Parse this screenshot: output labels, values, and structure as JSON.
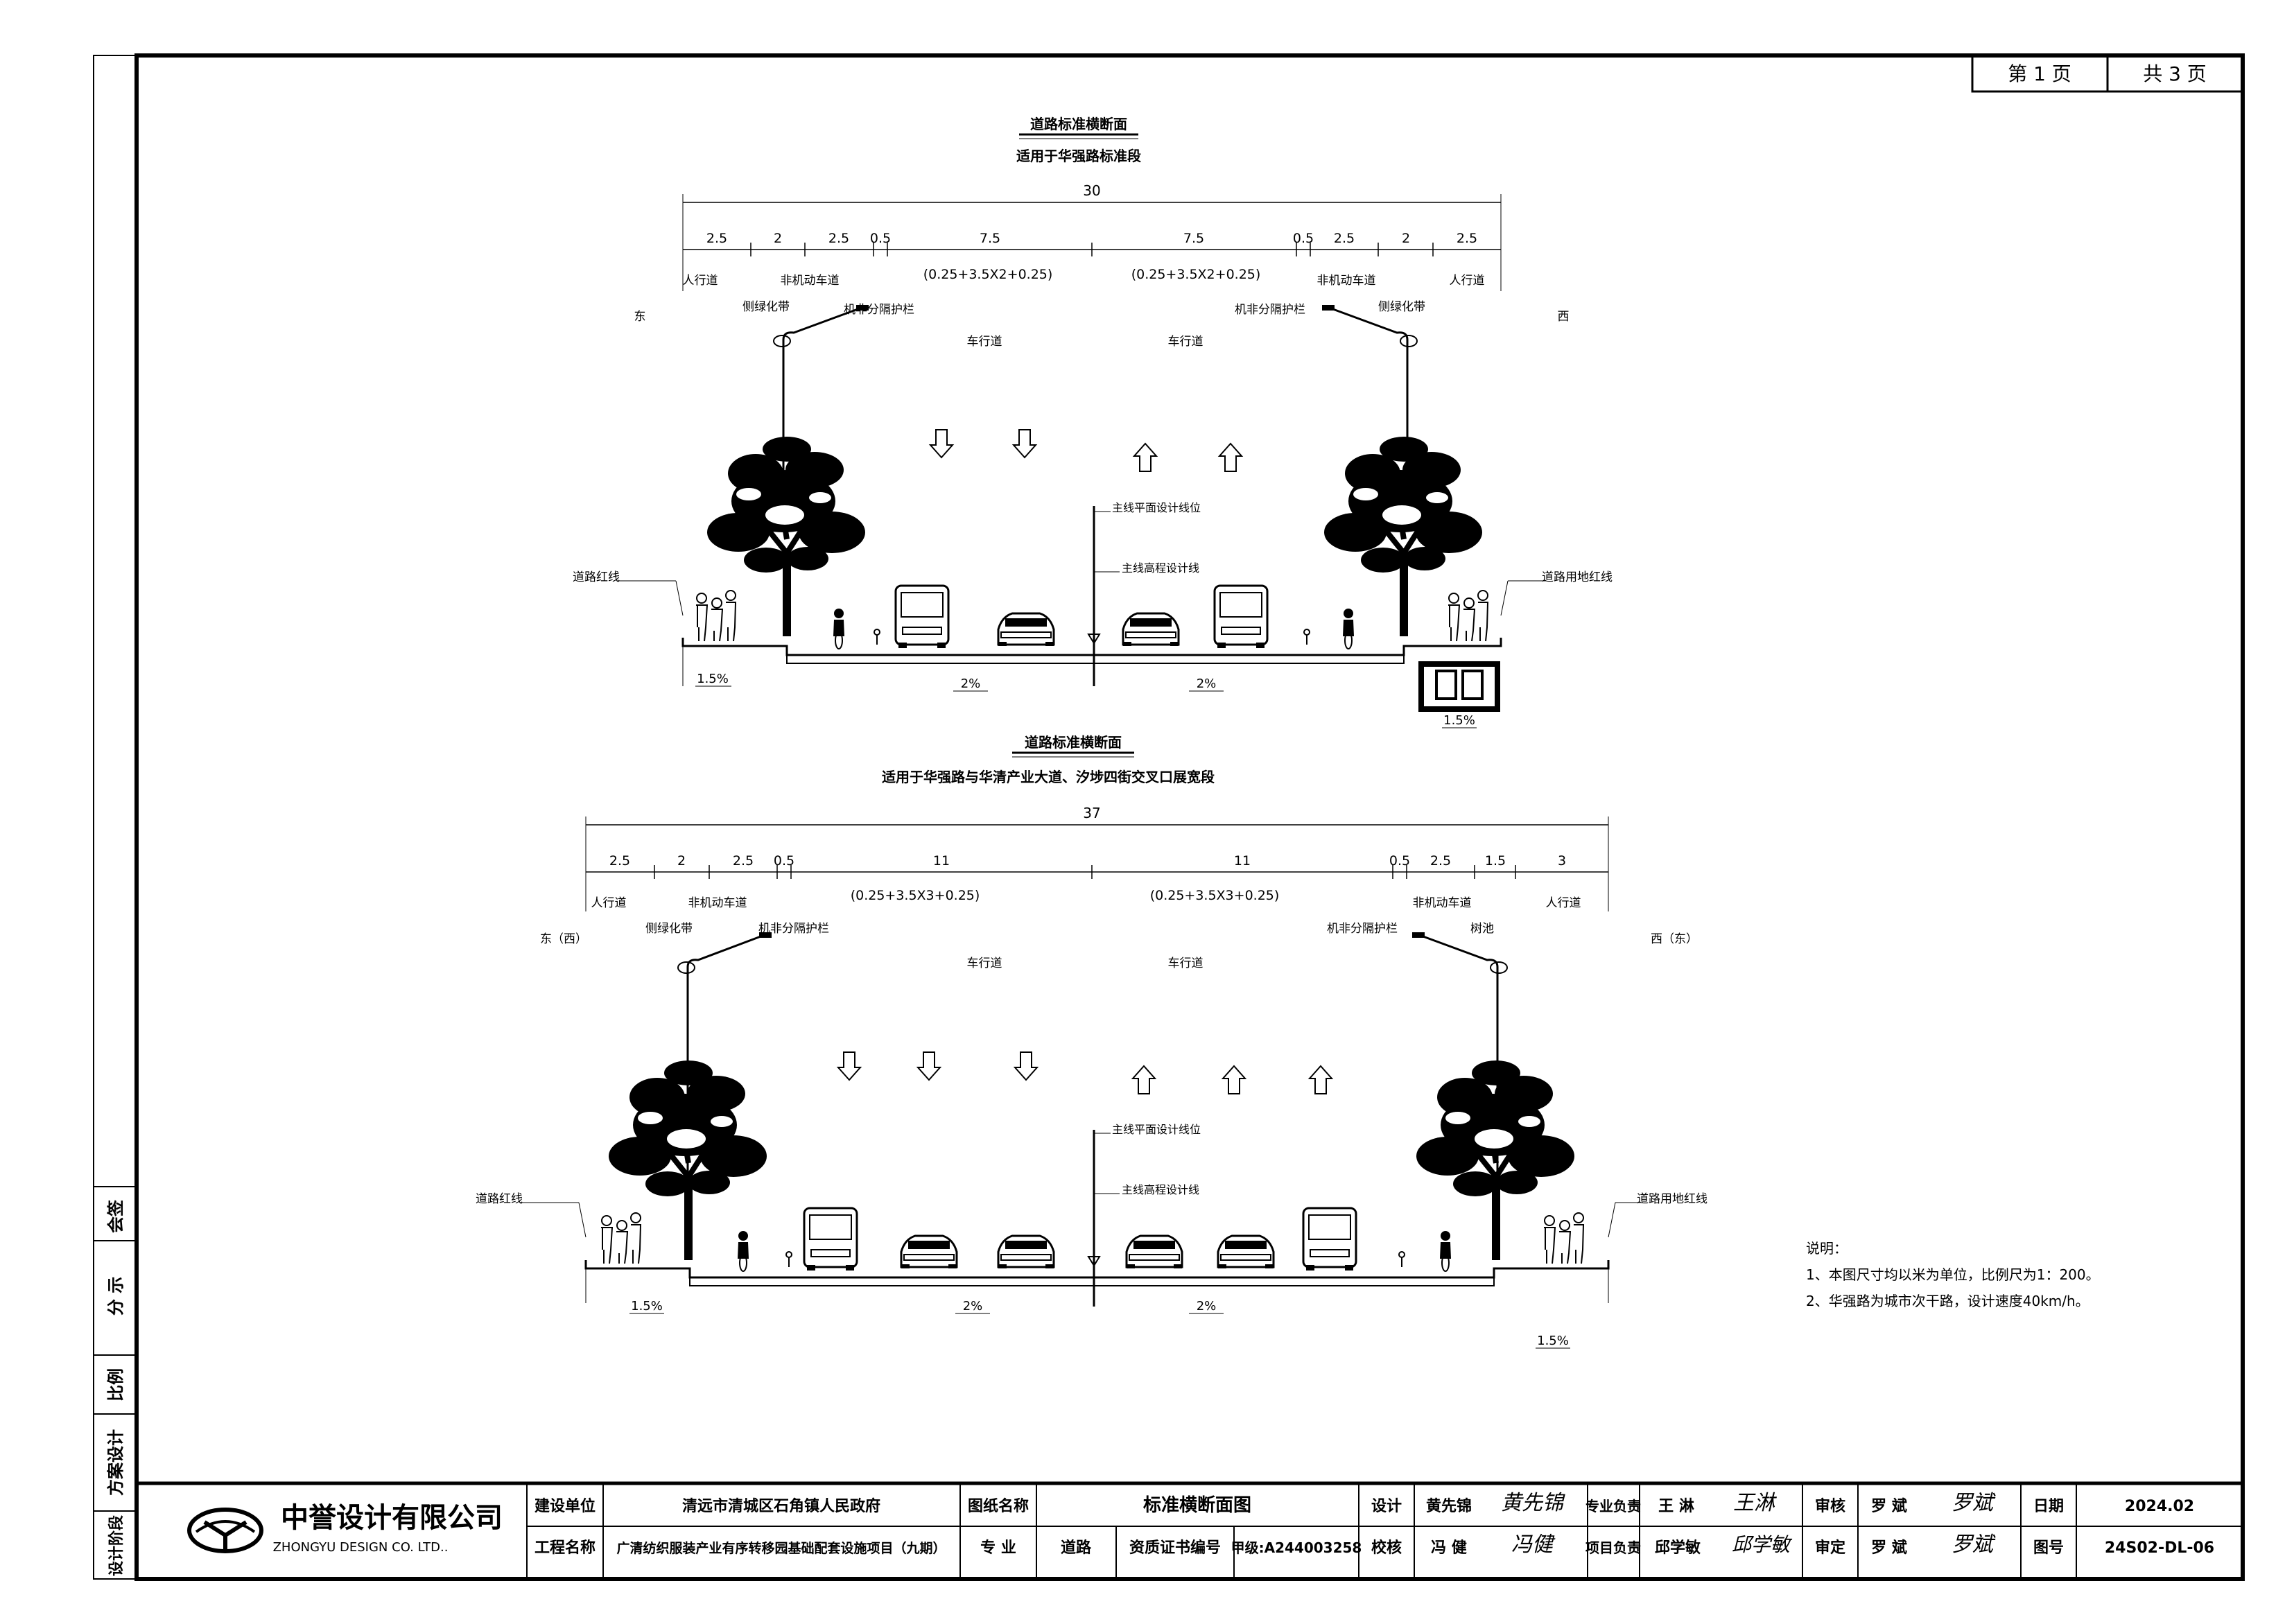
{
  "page": {
    "page_label": "第 1 页",
    "total_label": "共 3 页"
  },
  "side_strip": {
    "sign": "会签",
    "div": "分 示",
    "scale": "比例",
    "phase": "方案设计",
    "dept": "设计阶段"
  },
  "section1": {
    "title": "道路标准横断面",
    "subtitle": "适用于华强路标准段",
    "total_width": "30",
    "segments": [
      "2.5",
      "2",
      "2.5",
      "0.5",
      "7.5",
      "7.5",
      "0.5",
      "2.5",
      "2",
      "2.5"
    ],
    "lane_formula_left": "(0.25+3.5X2+0.25)",
    "lane_formula_right": "(0.25+3.5X2+0.25)",
    "labels": {
      "sidewalk_l": "人行道",
      "bike_l": "非机动车道",
      "green_l": "侧绿化带",
      "guard_l": "机非分隔护栏",
      "carriage_l": "车行道",
      "carriage_r": "车行道",
      "guard_r": "机非分隔护栏",
      "bike_r": "非机动车道",
      "green_r": "侧绿化带",
      "sidewalk_r": "人行道",
      "east": "东",
      "west": "西",
      "plan_line": "主线平面设计线位",
      "elev_line": "主线高程设计线",
      "red_l": "道路红线",
      "red_r": "道路用地红线"
    },
    "slopes": {
      "sw_l": "1.5%",
      "road_l": "2%",
      "road_r": "2%",
      "sw_r": "1.5%"
    }
  },
  "section2": {
    "title": "道路标准横断面",
    "subtitle": "适用于华强路与华清产业大道、汐埗四街交叉口展宽段",
    "total_width": "37",
    "segments": [
      "2.5",
      "2",
      "2.5",
      "0.5",
      "11",
      "11",
      "0.5",
      "2.5",
      "1.5",
      "3"
    ],
    "lane_formula_left": "(0.25+3.5X3+0.25)",
    "lane_formula_right": "(0.25+3.5X3+0.25)",
    "labels": {
      "sidewalk_l": "人行道",
      "bike_l": "非机动车道",
      "green_l": "侧绿化带",
      "guard_l": "机非分隔护栏",
      "carriage_l": "车行道",
      "carriage_r": "车行道",
      "guard_r": "机非分隔护栏",
      "bike_r": "非机动车道",
      "tree_r": "树池",
      "sidewalk_r": "人行道",
      "east": "东（西）",
      "west": "西（东）",
      "plan_line": "主线平面设计线位",
      "elev_line": "主线高程设计线",
      "red_l": "道路红线",
      "red_r": "道路用地红线"
    },
    "slopes": {
      "sw_l": "1.5%",
      "road_l": "2%",
      "road_r": "2%",
      "sw_r": "1.5%"
    }
  },
  "notes": {
    "heading": "说明：",
    "items": [
      "1、本图尺寸均以米为单位，比例尺为1：200。",
      "2、华强路为城市次干路，设计速度40km/h。"
    ]
  },
  "title_block": {
    "company_cn": "中誉设计有限公司",
    "company_en": "ZHONGYU DESIGN CO. LTD..",
    "build_unit_label": "建设单位",
    "build_unit": "清远市清城区石角镇人民政府",
    "project_label": "工程名称",
    "project": "广清纺织服装产业有序转移园基础配套设施项目（九期）",
    "drawing_name_label": "图纸名称",
    "drawing_name": "标准横断面图",
    "discipline_label": "专 业",
    "discipline": "道路",
    "cert_label": "资质证书编号",
    "cert": "甲级:A244003258",
    "design_label": "设计",
    "design": "黄先锦",
    "check_label": "校核",
    "check": "冯 健",
    "spec_label": "专业负责",
    "spec": "王 淋",
    "proj_label": "项目负责",
    "proj": "邱学敏",
    "review_label": "审核",
    "review": "罗 斌",
    "approve_label": "审定",
    "approve": "罗 斌",
    "date_label": "日期",
    "date": "2024.02",
    "drawing_no_label": "图号",
    "drawing_no": "24S02-DL-06",
    "sig_design": "黄先锦",
    "sig_check": "冯健",
    "sig_spec": "王淋",
    "sig_proj": "邱学敏",
    "sig_review": "罗斌",
    "sig_approve": "罗斌"
  }
}
